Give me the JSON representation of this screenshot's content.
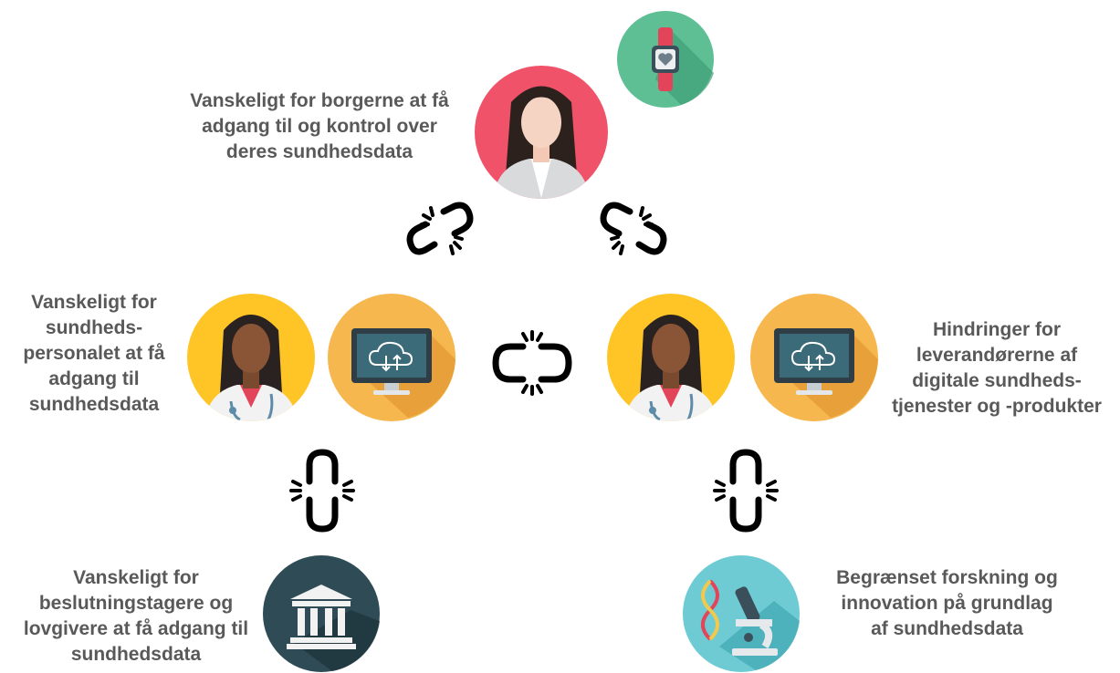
{
  "labels": {
    "citizens": "Vanskeligt for borgerne at få\nadgang til og kontrol over\nderes sundhedsdata",
    "health_staff": "Vanskeligt for\nsundheds-\npersonalet at få\nadgang til\nsundhedsdata",
    "providers": "Hindringer for\nleverandørerne af\ndigitale sundheds-\ntjenester og -produkter",
    "policymakers": "Vanskeligt for\nbeslutningstagere og\nlovgivere at få adgang til\nsundhedsdata",
    "research": "Begrænset forskning og\ninnovation på grundlag\naf sundhedsdata"
  },
  "icons": [
    "smartwatch-heart-icon",
    "citizen-woman-icon",
    "doctor-woman-icon",
    "cloud-monitor-icon",
    "government-building-icon",
    "dna-microscope-icon"
  ],
  "links": [
    "broken-chain-link-icon"
  ],
  "colors": {
    "text": "#595959",
    "red": "#F05369",
    "green": "#5FBF94",
    "yellow": "#FFC526",
    "orange": "#F7B74F",
    "dark": "#2F4B55",
    "teal": "#6ECBD4",
    "chain": "#000000"
  }
}
